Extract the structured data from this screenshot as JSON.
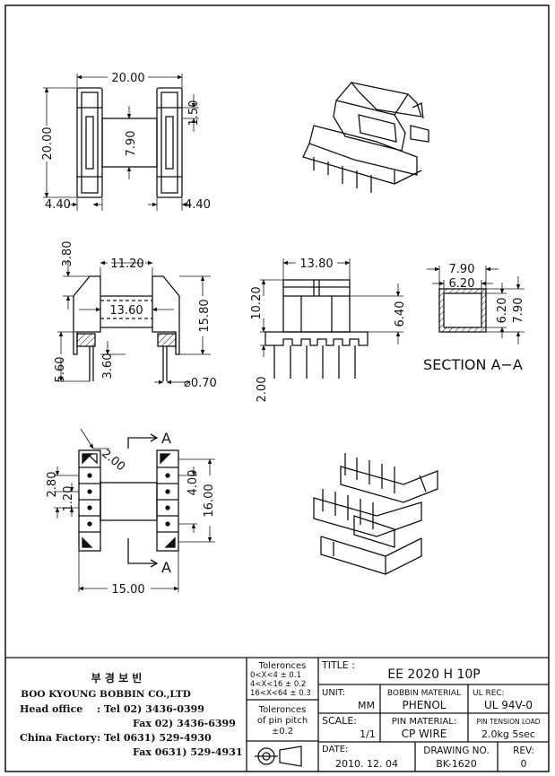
{
  "drawing": {
    "views": {
      "top_left": {
        "width": "20.00",
        "height": "20.00",
        "flange_left": "4.40",
        "flange_right": "4.40",
        "core_height": "7.90",
        "flange_gap": "1.50"
      },
      "front": {
        "top": "3.80",
        "inner_width": "11.20",
        "core_width": "13.60",
        "height": "15.80",
        "pin_len": "5.60",
        "pin_offset": "3.60",
        "pin_dia": "⌀0.70"
      },
      "side": {
        "width": "13.80",
        "height": "10.20",
        "core_height": "6.40",
        "pin_extra": "2.00"
      },
      "section": {
        "outer": "7.90",
        "inner": "6.20",
        "inner_v": "6.20",
        "outer_v": "7.90",
        "label": "SECTION A−A"
      },
      "bottom": {
        "corner": "2.00",
        "left_a": "2.80",
        "left_b": "1.20",
        "pitch": "4.00",
        "span": "16.00",
        "width": "15.00",
        "section_mark_top": "A",
        "section_mark_bottom": "A"
      }
    }
  },
  "company": {
    "name_kr": "부 경 보 빈",
    "name_en": "BOO KYOUNG BOBBIN CO.,LTD",
    "head_office_label": "Head office",
    "head_tel": ": Tel  02) 3436-0399",
    "head_fax": "Fax  02) 3436-6399",
    "china_label": "China Factory",
    "china_tel": ": Tel 0631) 529-4930",
    "china_fax": "Fax 0631) 529-4931"
  },
  "titleblock": {
    "tol_header": "Toleronces",
    "tol_1": "0<X<4   ± 0.1",
    "tol_2": "4<X<16  ± 0.2",
    "tol_3": "16<X<64 ± 0.3",
    "pitch_tol_1": "Toleronces",
    "pitch_tol_2": "of pin pitch",
    "pitch_tol_3": "±0.2",
    "title_label": "TITLE :",
    "title": "EE 2020 H 10P",
    "unit_label": "UNIT:",
    "unit": "MM",
    "bobbin_label": "BOBBIN MATERIAL",
    "bobbin": "PHENOL",
    "ul_label": "UL REC:",
    "ul": "UL 94V-0",
    "scale_label": "SCALE:",
    "scale": "1/1",
    "pin_label": "PIN MATERIAL:",
    "pin": "CP WIRE",
    "tension_label": "PIN TENSION LOAD",
    "tension": "2.0kg 5sec",
    "date_label": "DATE:",
    "date": "2010. 12. 04",
    "drawing_label": "DRAWING NO.",
    "drawing_no": "BK-1620",
    "rev_label": "REV:",
    "rev": "0"
  }
}
